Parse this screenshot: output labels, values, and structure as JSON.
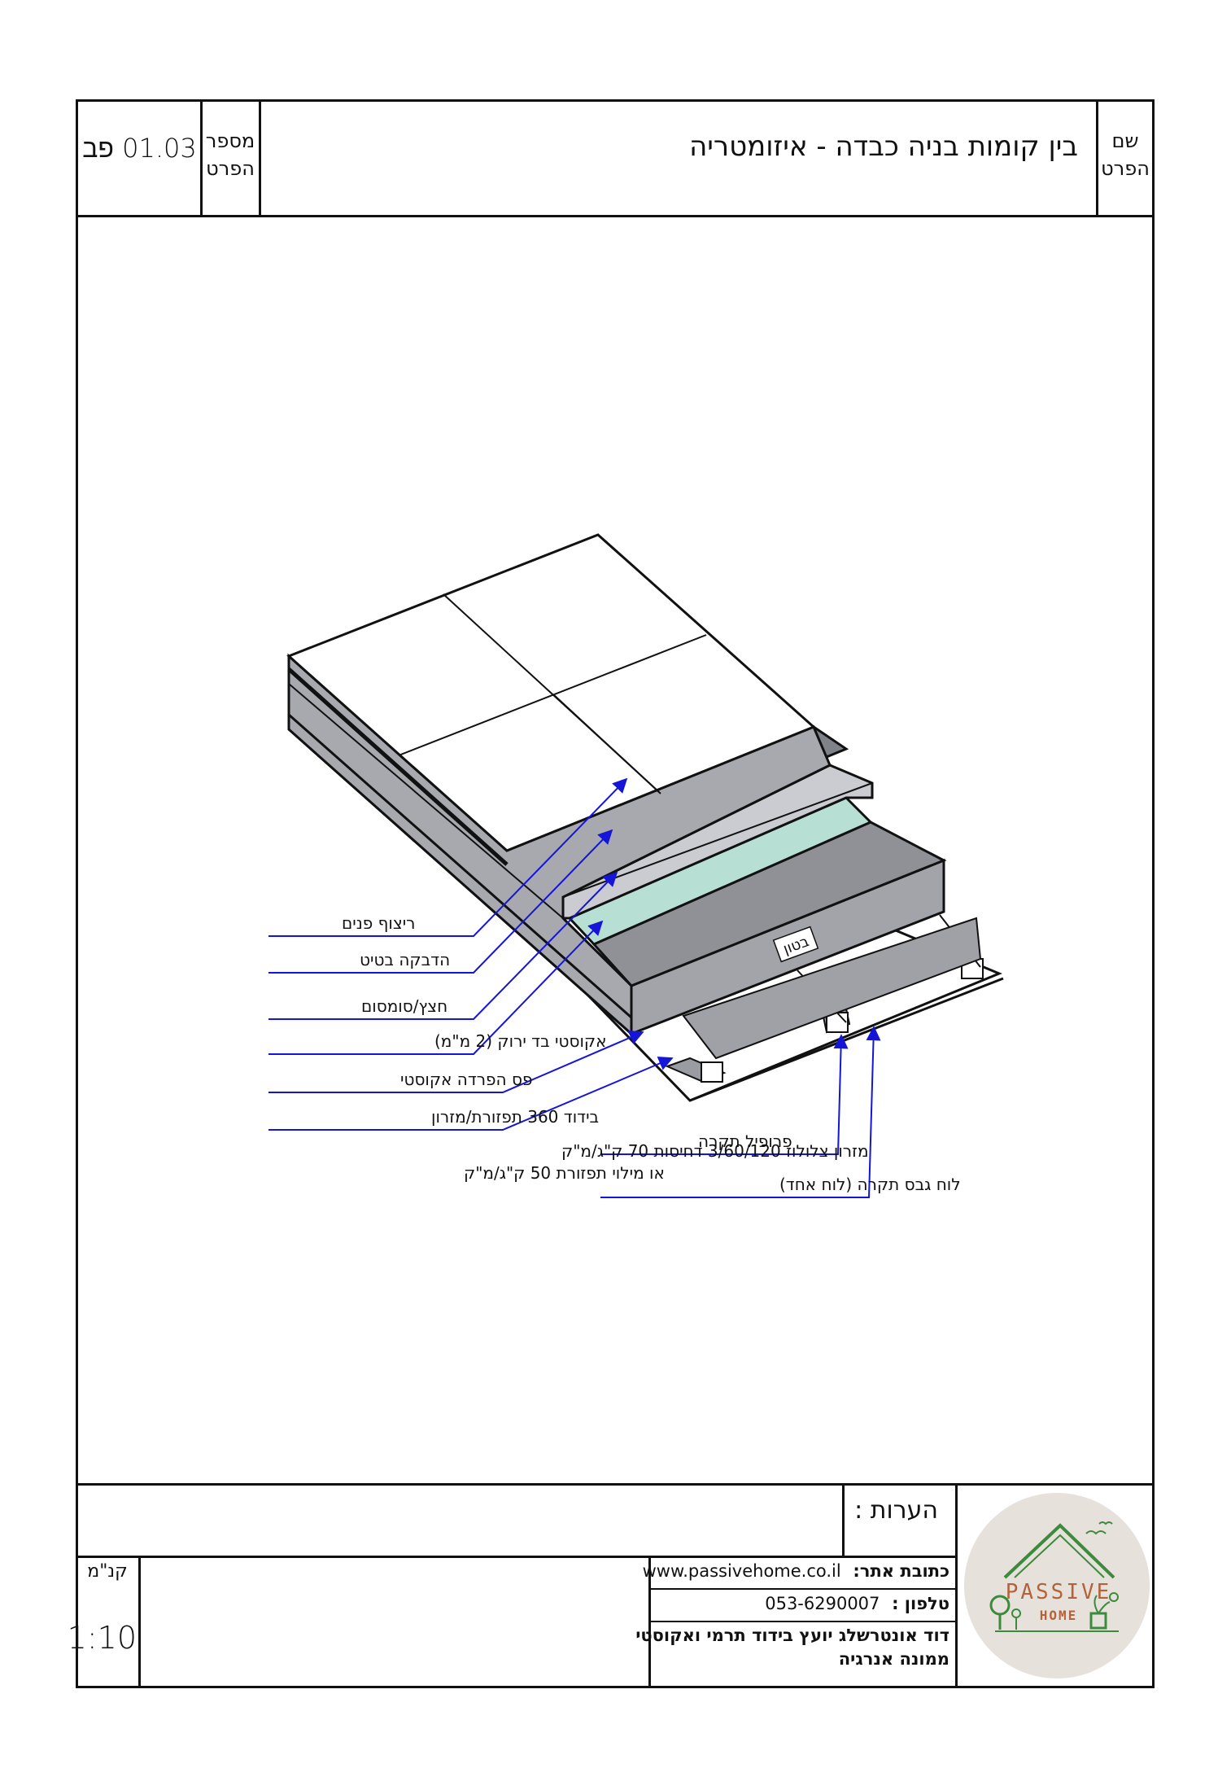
{
  "header": {
    "name_label": "שם הפרט",
    "name_label_line1": "שם",
    "name_label_line2": "הפרט",
    "title": "בין קומות בניה כבדה - איזומטריה",
    "number_label_line1": "מספר",
    "number_label_line2": "הפרט",
    "detail_number": "01.03 פב"
  },
  "drawing": {
    "concrete_tag": "בטון",
    "labels_left": [
      "ריצוף פנים",
      "הדבקה בטיט",
      "חצץ/סומסום",
      "אקוסטי בד ירוק (2 מ\"מ)",
      "פס הפרדה אקוסטי",
      "בידוד 360 תפזורת/מזרון"
    ],
    "note_line1": "מזרון צלולוז 3/60/120 דחיסות 70 ק\"ג/מ\"ק",
    "note_line2": "או מילוי תפזורת 50 ק\"ג/מ\"ק",
    "labels_right": [
      "פרופיל תקרה",
      "לוח גבס תקרה (לוח אחד)"
    ]
  },
  "footer": {
    "notes_label": "הערות :",
    "scale_label": "קנ\"מ",
    "scale_value": "1:10",
    "website_label": "כתובת אתר:",
    "website": "www.passivehome.co.il",
    "phone_label": "טלפון :",
    "phone": "053-6290007",
    "consultant_line1": "דוד אונטרשלג יועץ בידוד תרמי ואקוסטי",
    "consultant_line2": "ממונה אנרגיה",
    "logo_word1": "PASSIVE",
    "logo_word2": "HOME"
  },
  "colors": {
    "arrow": "#1515d8",
    "logo_bg": "#e7e1db",
    "logo_green": "#3c8a3c",
    "logo_brown": "#b4623a",
    "tile_dark": "#7f8289",
    "concrete": "#a2a4aa",
    "acoustic_green": "#b7dfd4",
    "gravel": "#cbccd1"
  }
}
